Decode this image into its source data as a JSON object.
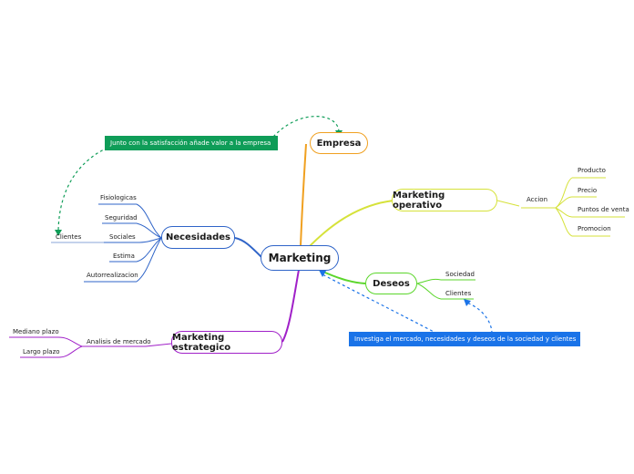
{
  "central": {
    "label": "Marketing"
  },
  "branches": {
    "empresa": {
      "label": "Empresa",
      "color": "#f0a020"
    },
    "operativo": {
      "label": "Marketing operativo",
      "color": "#d6e23a",
      "accion": "Accion",
      "items": [
        "Producto",
        "Precio",
        "Puntos de venta",
        "Promocion"
      ]
    },
    "deseos": {
      "label": "Deseos",
      "color": "#5bd62b",
      "items": [
        "Sociedad",
        "Clientes"
      ]
    },
    "necesidades": {
      "label": "Necesidades",
      "color": "#2f64c8",
      "items": [
        "Fisiologicas",
        "Seguridad",
        "Sociales",
        "Estima",
        "Autorrealizacion"
      ],
      "clientes": "Clientes"
    },
    "estrategico": {
      "label": "Marketing estrategico",
      "color": "#a020c8",
      "analisis": "Analisis de mercado",
      "items": [
        "Mediano plazo",
        "Largo plazo"
      ]
    }
  },
  "notes": {
    "satisfaccion": {
      "text": "Junto con la satisfacción añade valor a la empresa",
      "color": "#0f9d58"
    },
    "investiga": {
      "text": "Investiga el mercado, necesidades y deseos de la sociedad y clientes",
      "color": "#1a73e8"
    }
  }
}
